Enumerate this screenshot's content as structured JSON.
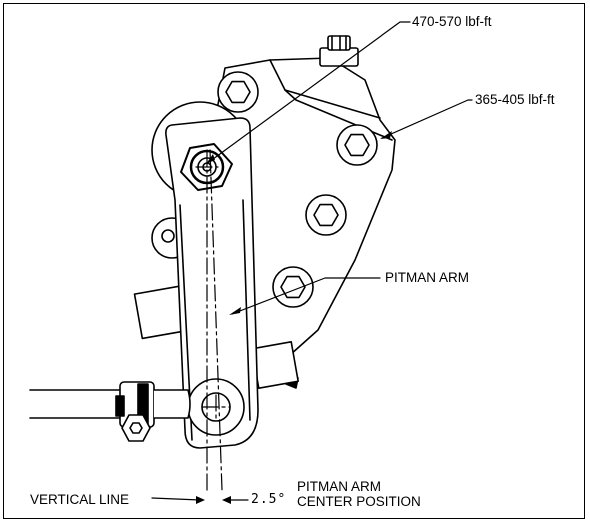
{
  "labels": {
    "torque_upper": "470-570 lbf-ft",
    "torque_lower": "365-405 lbf-ft",
    "pitman_arm": "PITMAN ARM",
    "vertical_line": "VERTICAL LINE",
    "angle": "2.5°",
    "center_line1": "PITMAN ARM",
    "center_line2": "CENTER POSITION"
  },
  "colors": {
    "line": "#000000",
    "background": "#ffffff"
  }
}
